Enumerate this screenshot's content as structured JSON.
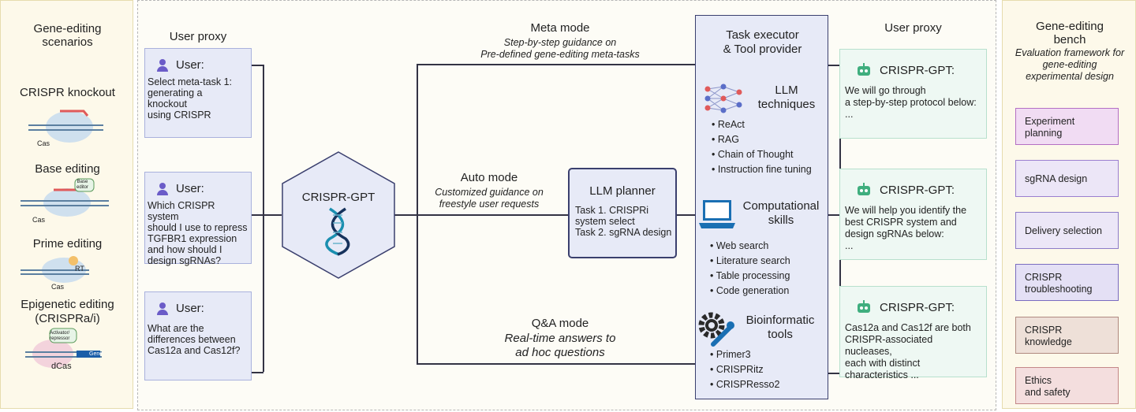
{
  "left": {
    "title": "Gene-editing\nscenarios",
    "scenarios": [
      {
        "label": "CRISPR knockout",
        "enzyme": "Cas"
      },
      {
        "label": "Base editing",
        "enzyme": "Cas",
        "tag": "Base\neditor"
      },
      {
        "label": "Prime editing",
        "enzyme": "Cas",
        "tag": "RT"
      },
      {
        "label": "Epigenetic editing\n(CRISPRa/i)",
        "enzyme": "dCas",
        "tag": "Activator/\nrepressor",
        "gene": "Gene"
      }
    ]
  },
  "user_proxy_left": {
    "title": "User proxy",
    "users": [
      {
        "label": "User:",
        "text": "Select meta-task 1:\ngenerating a\nknockout\nusing CRISPR"
      },
      {
        "label": "User:",
        "text": "Which CRISPR system\nshould I use to repress\nTGFBR1 expression\nand how should I\ndesign sgRNAs?"
      },
      {
        "label": "User:",
        "text": "What are the\ndifferences between\nCas12a and Cas12f?"
      }
    ]
  },
  "hub": {
    "label": "CRISPR-GPT"
  },
  "modes": {
    "meta": {
      "title": "Meta mode",
      "desc": "Step-by-step guidance on\nPre-defined gene-editing meta-tasks"
    },
    "auto": {
      "title": "Auto mode",
      "desc": "Customized guidance on\nfreestyle user requests"
    },
    "qa": {
      "title": "Q&A mode",
      "desc": "Real-time answers to\nad hoc questions"
    }
  },
  "planner": {
    "title": "LLM planner",
    "text": "Task 1. CRISPRi\nsystem select\nTask 2. sgRNA design"
  },
  "executor": {
    "title": "Task executor\n& Tool provider",
    "sections": [
      {
        "title": "LLM\ntechniques",
        "items": [
          "ReAct",
          "RAG",
          "Chain of Thought",
          "Instruction fine tuning"
        ]
      },
      {
        "title": "Computational\nskills",
        "items": [
          "Web search",
          "Literature search",
          "Table processing",
          "Code generation"
        ]
      },
      {
        "title": "Bioinformatic\ntools",
        "items": [
          "Primer3",
          "CRISPRitz",
          "CRISPResso2"
        ]
      }
    ]
  },
  "user_proxy_right": {
    "title": "User proxy",
    "replies": [
      {
        "label": "CRISPR-GPT:",
        "text": "We will go through\na step-by-step protocol below:\n..."
      },
      {
        "label": "CRISPR-GPT:",
        "text": "We will help you identify the\nbest CRISPR system and\ndesign sgRNAs below:\n..."
      },
      {
        "label": "CRISPR-GPT:",
        "text": "Cas12a and Cas12f are both\nCRISPR-associated nucleases,\neach with distinct\ncharacteristics ..."
      }
    ]
  },
  "bench": {
    "title": "Gene-editing\nbench",
    "subtitle": "Evaluation framework for\ngene-editing\nexperimental design",
    "items": [
      {
        "label": "Experiment\nplanning",
        "bg": "#f1dcf3",
        "border": "#b46fc4"
      },
      {
        "label": "sgRNA design",
        "bg": "#ece6f7",
        "border": "#9b7fd0"
      },
      {
        "label": "Delivery selection",
        "bg": "#ece7f7",
        "border": "#8d7cc8"
      },
      {
        "label": "CRISPR\ntroubleshooting",
        "bg": "#e4e0f5",
        "border": "#7a6cc0"
      },
      {
        "label": "CRISPR\nknowledge",
        "bg": "#eee0d8",
        "border": "#b08a80"
      },
      {
        "label": "Ethics\nand safety",
        "bg": "#f4dede",
        "border": "#c48888"
      }
    ]
  },
  "colors": {
    "panel_bg": "#fdf9ea",
    "panel_border": "#e6dcae",
    "user_box": "#e7eaf7",
    "gpt_box": "#eef8f3",
    "accent_blue": "#1a6fb3"
  }
}
